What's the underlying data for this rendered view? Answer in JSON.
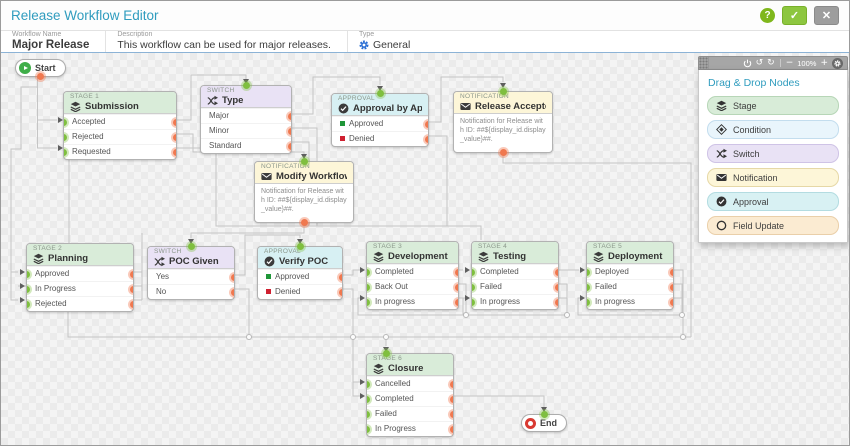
{
  "header": {
    "title": "Release Workflow Editor",
    "help_glyph": "?",
    "confirm_glyph": "✓",
    "close_glyph": "✕"
  },
  "info": {
    "workflow_name_label": "Workflow Name",
    "workflow_name": "Major Release",
    "description_label": "Description",
    "description": "This workflow can be used for major releases.",
    "type_label": "Type",
    "type_value": "General"
  },
  "toolbar": {
    "undo_glyph": "↺",
    "redo_glyph": "↻",
    "zoom_out_glyph": "−",
    "zoom_level": "100%",
    "zoom_in_glyph": "+"
  },
  "palette": {
    "title": "Drag & Drop Nodes",
    "items": [
      {
        "label": "Stage",
        "icon": "layers-icon"
      },
      {
        "label": "Condition",
        "icon": "diamond-icon"
      },
      {
        "label": "Switch",
        "icon": "branch-icon"
      },
      {
        "label": "Notification",
        "icon": "envelope-icon"
      },
      {
        "label": "Approval",
        "icon": "check-circle-icon"
      },
      {
        "label": "Field Update",
        "icon": "circle-icon"
      }
    ]
  },
  "nodes": {
    "start": {
      "label": "Start"
    },
    "end": {
      "label": "End"
    },
    "stage1": {
      "kind": "Stage 1",
      "title": "Submission",
      "rows": [
        "Accepted",
        "Rejected",
        "Requested"
      ]
    },
    "switch_type": {
      "kind": "Switch",
      "title": "Type",
      "rows": [
        "Major",
        "Minor",
        "Standard"
      ]
    },
    "approval_app": {
      "kind": "Approval",
      "title": "Approval by Appli...",
      "rows": [
        "Approved",
        "Denied"
      ]
    },
    "notif_accepted": {
      "kind": "Notification",
      "title": "Release Accepted",
      "body": "Notification for Release with ID: ##${display_id.display_value}##."
    },
    "notif_modify": {
      "kind": "Notification",
      "title": "Modify Workflow",
      "body": "Notification for Release with ID: ##${display_id.display_value}##."
    },
    "stage2": {
      "kind": "Stage 2",
      "title": "Planning",
      "rows": [
        "Approved",
        "In Progress",
        "Rejected"
      ]
    },
    "switch_poc": {
      "kind": "Switch",
      "title": "POC Given",
      "rows": [
        "Yes",
        "No"
      ]
    },
    "approval_poc": {
      "kind": "Approval",
      "title": "Verify POC",
      "rows": [
        "Approved",
        "Denied"
      ]
    },
    "stage3": {
      "kind": "Stage 3",
      "title": "Development",
      "rows": [
        "Completed",
        "Back Out",
        "In progress"
      ]
    },
    "stage4": {
      "kind": "Stage 4",
      "title": "Testing",
      "rows": [
        "Completed",
        "Failed",
        "In progress"
      ]
    },
    "stage5": {
      "kind": "Stage 5",
      "title": "Deployment",
      "rows": [
        "Deployed",
        "Failed",
        "In progress"
      ]
    },
    "stage6": {
      "kind": "Stage 6",
      "title": "Closure",
      "rows": [
        "Cancelled",
        "Completed",
        "Failed",
        "In Progress"
      ]
    }
  },
  "colors": {
    "accent_teal": "#2f9cbe",
    "stage_header": "#d9ecd9",
    "switch_header": "#e9e2f5",
    "approval_header": "#d7f0f3",
    "notification_header": "#fdf6d8",
    "field_update": "#fbebd2",
    "condition": "#e9f5fc",
    "port_in_green": "#7fbf3f",
    "port_out_orange": "#f0784f",
    "approved_bullet": "#1f9638",
    "denied_bullet": "#cf2030",
    "confirm_green": "#8dc63f",
    "start_green": "#3fae49",
    "end_red": "#d93a32",
    "type_gear_blue": "#2b6fd4"
  }
}
